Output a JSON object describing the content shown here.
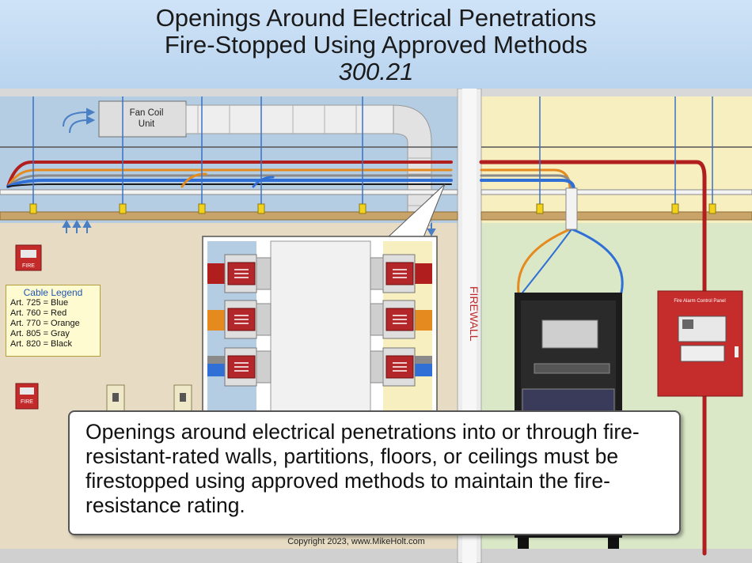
{
  "title": {
    "line1": "Openings Around Electrical Penetrations",
    "line2": "Fire-Stopped Using Approved Methods",
    "line3": "300.21"
  },
  "labels": {
    "fan_coil_unit": "Fan Coil Unit",
    "firewall": "FIREWALL",
    "fire_alarm_control_panel": "Fire Alarm Control Panel",
    "pull_station_left_upper": "FIRE",
    "pull_station_left_lower": "FIRE"
  },
  "legend": {
    "title": "Cable Legend",
    "items": [
      {
        "label": "Art. 725 = Blue",
        "color": "#2f6fd6"
      },
      {
        "label": "Art. 760 = Red",
        "color": "#b01e1e"
      },
      {
        "label": "Art. 770 = Orange",
        "color": "#e58a1e"
      },
      {
        "label": "Art. 805 = Gray",
        "color": "#8a8a8a"
      },
      {
        "label": "Art. 820 = Black",
        "color": "#1a1a1a"
      }
    ]
  },
  "callout_text": "Openings around electrical penetrations into or through fire-resistant-rated walls, partitions, floors, or ceilings must be firestopped using approved methods to maintain the fire-resistance rating.",
  "copyright": "Copyright 2023, www.MikeHolt.com",
  "colors": {
    "left_room_wall": "#e7dcc3",
    "left_plenum": "#b5cde3",
    "right_room_wall": "#dbe8c8",
    "right_plenum": "#f7efbf",
    "firewall": "#ececec",
    "firestop_red": "#b3262a",
    "facp_red": "#c52c2c"
  }
}
